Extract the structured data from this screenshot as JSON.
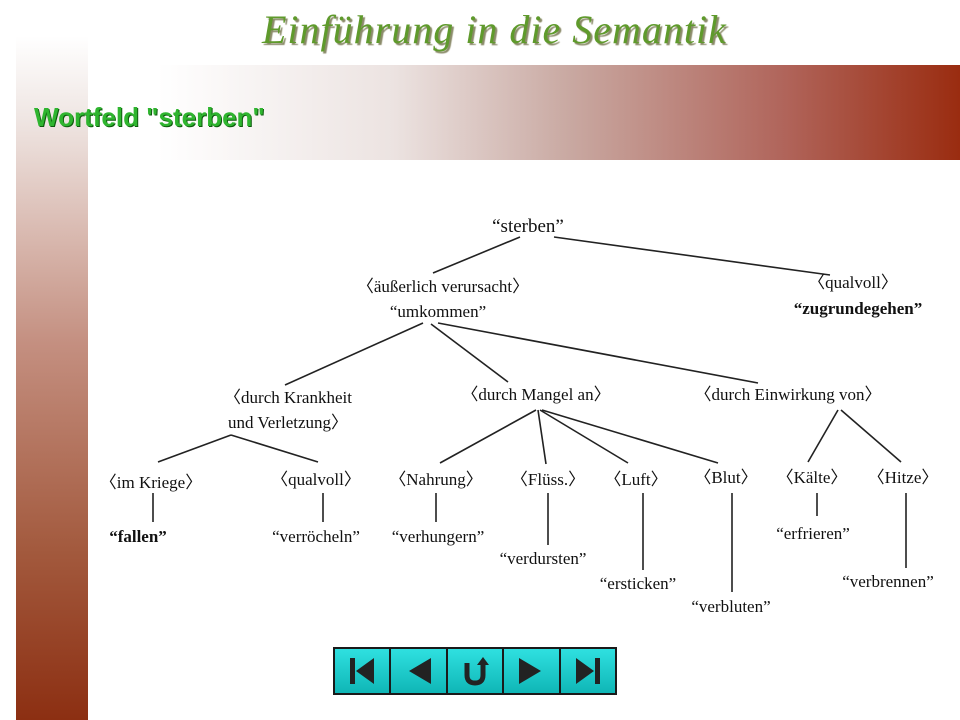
{
  "header": {
    "title": "Einführung in die Semantik"
  },
  "slide": {
    "title": "Wortfeld \"sterben\""
  },
  "tree": {
    "root": "“sterben”",
    "branch_1_line1": "〈äußerlich verursacht〉",
    "branch_1_line2": "“umkommen”",
    "branch_2_line1": "〈qualvoll〉",
    "branch_2_line2": "“zugrundegehen”",
    "cause_1_line1": "〈durch Krankheit",
    "cause_1_line2": "und Verletzung〉",
    "cause_2": "〈durch Mangel an〉",
    "cause_3": "〈durch Einwirkung von〉",
    "leaf_1_feature": "〈im Kriege〉",
    "leaf_1_word": "“fallen”",
    "leaf_2_feature": "〈qualvoll〉",
    "leaf_2_word": "“verröcheln”",
    "leaf_3_feature": "〈Nahrung〉",
    "leaf_3_word": "“verhungern”",
    "leaf_4_feature": "〈Flüss.〉",
    "leaf_4_word": "“verdursten”",
    "leaf_5_feature": "〈Luft〉",
    "leaf_5_word": "“ersticken”",
    "leaf_6_feature": "〈Blut〉",
    "leaf_6_word": "“verbluten”",
    "leaf_7_feature": "〈Kälte〉",
    "leaf_7_word": "“erfrieren”",
    "leaf_8_feature": "〈Hitze〉",
    "leaf_8_word": "“verbrennen”"
  },
  "nav": {
    "icons": [
      "first-slide-icon",
      "previous-slide-icon",
      "return-icon",
      "next-slide-icon",
      "last-slide-icon"
    ],
    "button_color": "#10c8c8"
  }
}
